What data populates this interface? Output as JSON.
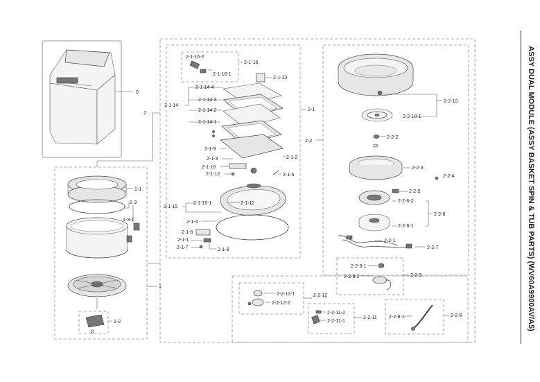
{
  "title": "ASSY DUAL MODULE (ASSY BASKET SPIN & TUB PARTS) (WV60A9900AV/A5)",
  "labels": {
    "p0": "0",
    "p1": "1",
    "p1_1": "1-1",
    "p1_2": "1-2",
    "p1_3": "1-3",
    "p1_3_1": "1-3-1",
    "p2": "2",
    "p2_1": "2-1",
    "p2_1_1": "2-1-1",
    "p2_1_2": "2-1-2",
    "p2_1_3": "2-1-3",
    "p2_1_4": "2-1-4",
    "p2_1_5": "2-1-5",
    "p2_1_6": "2-1-6",
    "p2_1_7": "2-1-7",
    "p2_1_8": "2-1-8",
    "p2_1_9": "2-1-9",
    "p2_1_10": "2-1-10",
    "p2_1_11": "2-1-11",
    "p2_1_12": "2-1-12",
    "p2_1_13": "2-1-13",
    "p2_1_14": "2-1-14",
    "p2_1_14_1": "2-1-14-1",
    "p2_1_14_2": "2-1-14-2",
    "p2_1_14_3": "2-1-14-3",
    "p2_1_14_4": "2-1-14-4",
    "p2_1_15": "2-1-15",
    "p2_1_15_1": "2-1-15-1",
    "p2_1_16": "2-1-16",
    "p2_1_16_1": "2-1-16-1",
    "p2_1_16_2": "2-1-16-2",
    "p2_2": "2-2",
    "p2_2_1": "2-2-1",
    "p2_2_2": "2-2-2",
    "p2_2_3": "2-2-3",
    "p2_2_4": "2-2-4",
    "p2_2_5": "2-2-5",
    "p2_2_6": "2-2-6",
    "p2_2_6_1": "2-2-6-1",
    "p2_2_6_2": "2-2-6-2",
    "p2_2_7": "2-2-7",
    "p2_2_8": "2-2-8",
    "p2_2_8_1": "2-2-8-1",
    "p2_2_9": "2-2-9",
    "p2_2_9_1": "2-2-9-1",
    "p2_2_9_2": "2-2-9-2",
    "p2_2_10": "2-2-10",
    "p2_2_10_1": "2-2-10-1",
    "p2_2_11": "2-2-11",
    "p2_2_11_1": "2-2-11-1",
    "p2_2_11_2": "2-2-11-2",
    "p2_2_12": "2-2-12",
    "p2_2_12_1": "2-2-12-1",
    "p2_2_12_2": "2-2-12-2"
  }
}
